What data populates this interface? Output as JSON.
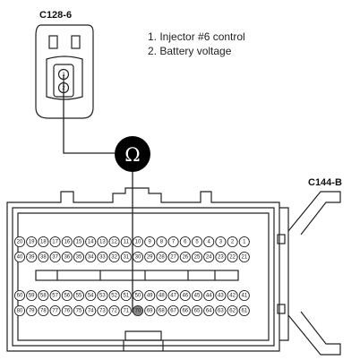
{
  "connector_a": {
    "title": "C128-6"
  },
  "connector_b": {
    "title": "C144-B"
  },
  "legend": {
    "items": [
      "1. Injector #6 control",
      "2. Battery voltage"
    ]
  },
  "meter": {
    "symbol": "Ω"
  },
  "pin_rows": {
    "row1": [
      "20",
      "19",
      "18",
      "17",
      "16",
      "15",
      "14",
      "13",
      "12",
      "11",
      "10",
      "9",
      "8",
      "7",
      "6",
      "5",
      "4",
      "3",
      "2",
      "1"
    ],
    "row2": [
      "40",
      "39",
      "38",
      "37",
      "36",
      "35",
      "34",
      "33",
      "32",
      "31",
      "30",
      "29",
      "28",
      "27",
      "26",
      "25",
      "24",
      "23",
      "22",
      "21"
    ],
    "row3": [
      "60",
      "59",
      "58",
      "57",
      "56",
      "55",
      "54",
      "53",
      "52",
      "51",
      "50",
      "49",
      "48",
      "47",
      "46",
      "45",
      "44",
      "43",
      "42",
      "41"
    ],
    "row4": [
      "80",
      "79",
      "78",
      "77",
      "76",
      "75",
      "74",
      "73",
      "72",
      "71",
      "70",
      "69",
      "68",
      "67",
      "66",
      "65",
      "64",
      "63",
      "62",
      "61"
    ]
  },
  "probe_pin": "70",
  "colors": {
    "line": "#222222",
    "meter_fill": "#000000",
    "meter_text": "#ffffff",
    "pin_highlight": "#888888"
  }
}
